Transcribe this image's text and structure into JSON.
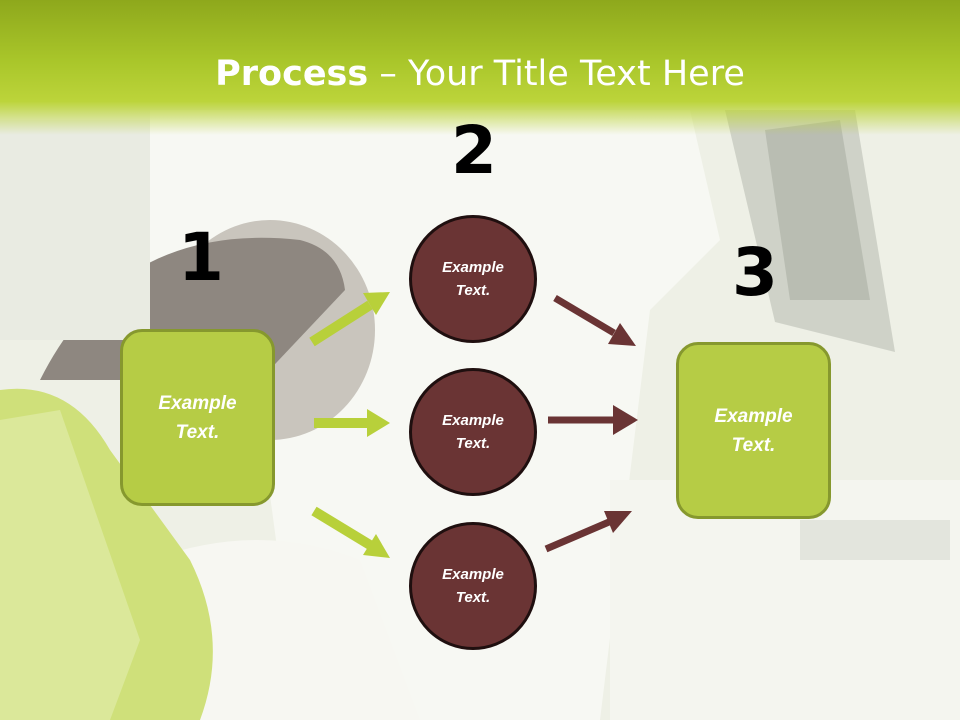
{
  "slide": {
    "title_bold": "Process",
    "title_rest": " – Your Title Text Here"
  },
  "steps": [
    {
      "number": "1",
      "text": "Example Text."
    },
    {
      "number": "2",
      "text": "Example Text."
    },
    {
      "number": "3",
      "text": "Example Text."
    }
  ],
  "middle": [
    {
      "text": "Example Text."
    },
    {
      "text": "Example Text."
    },
    {
      "text": "Example Text."
    }
  ],
  "colors": {
    "header_green": "#9bb822",
    "box_green": "#b6cc45",
    "circle_maroon": "#6a3434",
    "arrow_green": "#b8d03a",
    "arrow_maroon": "#6a3434"
  }
}
